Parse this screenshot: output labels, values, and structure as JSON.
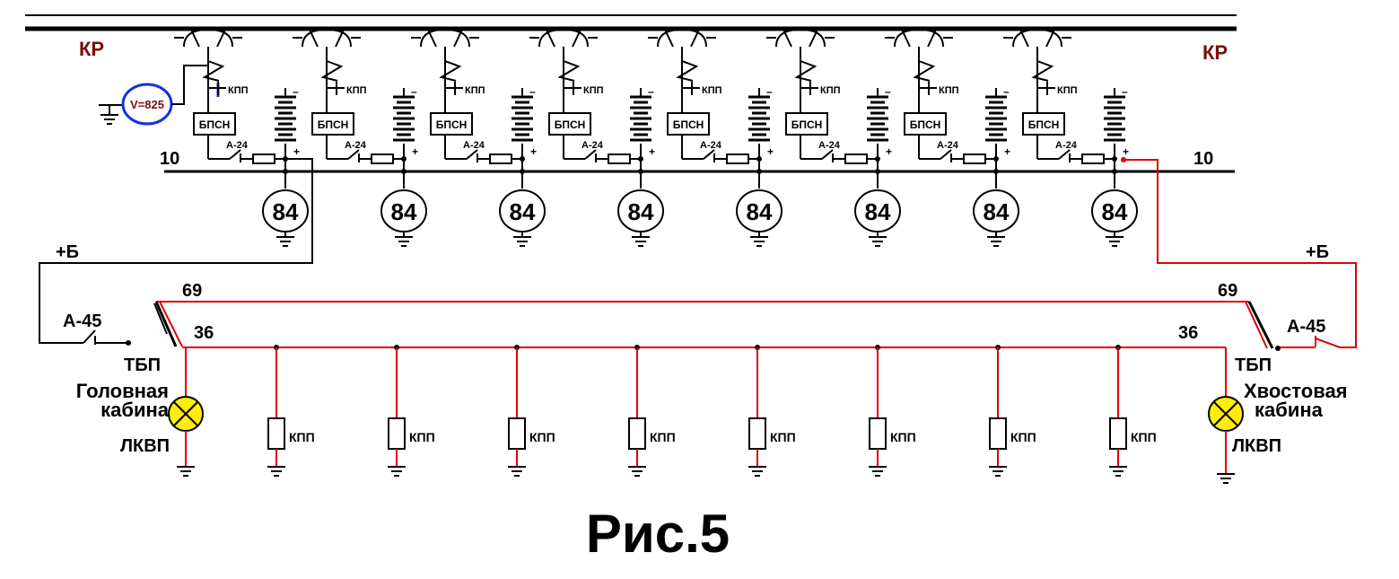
{
  "labels": {
    "kr_left": "КР",
    "kr_right": "КР",
    "voltmeter": "V=825",
    "kpp": "КПП",
    "bpsn": "БПСН",
    "a24": "А-24",
    "minus": "–",
    "plus": "+",
    "motor": "84",
    "wire10_left": "10",
    "wire10_right": "10",
    "plusB_left": "+Б",
    "plusB_right": "+Б",
    "a45_left": "А-45",
    "a45_right": "А-45",
    "wire69_left": "69",
    "wire69_right": "69",
    "wire36_left": "36",
    "wire36_right": "36",
    "tbp_left": "ТБП",
    "tbp_right": "ТБП",
    "head_cab_line1": "Головная",
    "head_cab_line2": "кабина",
    "tail_cab_line1": "Хвостовая",
    "tail_cab_line2": "кабина",
    "lkvp_left": "ЛКВП",
    "lkvp_right": "ЛКВП",
    "caption": "Рис.5"
  },
  "colors": {
    "wire": "#000000",
    "active": "#e00000",
    "kr_text": "#7a0d0d",
    "voltmeter": "#1a2fe0",
    "lamp": "#ffee00"
  },
  "car_count": 8
}
